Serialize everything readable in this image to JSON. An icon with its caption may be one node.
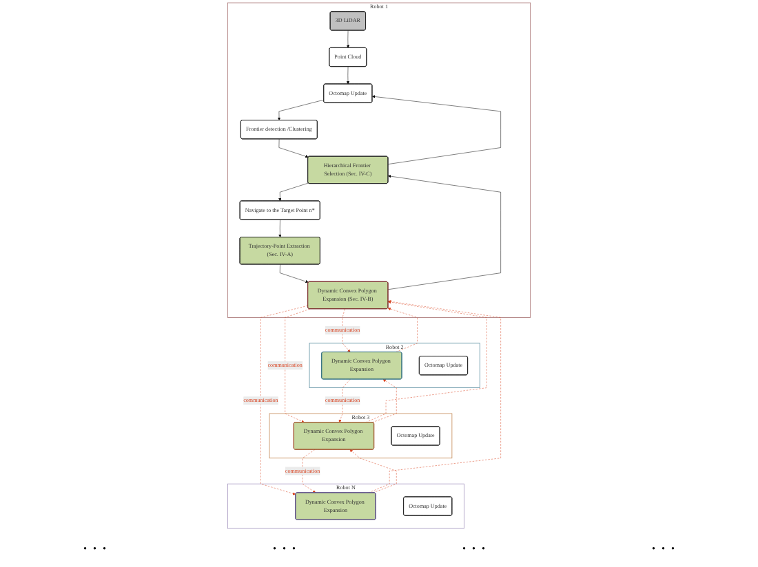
{
  "diagram": {
    "nodes": [
      {
        "text": [
          "Robot 1"
        ]
      },
      {
        "text": [
          "3D LiDAR"
        ],
        "in": 0
      },
      {
        "text": [
          "Point Cloud"
        ],
        "in": 0
      },
      {
        "text": [
          "Frontier detection /Clustering"
        ],
        "in": 0
      },
      {
        "text": [
          "Navigate to the Target Point n*"
        ],
        "in": 0
      },
      {
        "text": [
          "Octomap Update"
        ],
        "in": 0
      },
      {
        "text": [
          "Hierarchical Frontier Selection (Sec. IV-C)"
        ],
        "in": 0
      },
      {
        "text": [
          "Trajectory-Point Extraction (Sec. IV-A)"
        ],
        "in": 0
      },
      {
        "text": [
          "Dynamic Convex Polygon Expansion (Sec. IV-B)"
        ],
        "in": 0
      },
      {
        "text": [
          "Robot 2"
        ]
      },
      {
        "text": [
          "Dynamic Convex Polygon Expansion"
        ],
        "in": 9
      },
      {
        "text": [
          "Octomap Update"
        ],
        "in": 9
      },
      {
        "text": [
          "Robot 3"
        ]
      },
      {
        "text": [
          "Dynamic Convex Polygon Expansion"
        ],
        "in": 12
      },
      {
        "text": [
          "Octomap Update"
        ],
        "in": 12
      },
      {
        "text": [
          "Robot N"
        ]
      },
      {
        "text": [
          "Dynamic Convex Polygon Expansion"
        ],
        "in": 15
      },
      {
        "text": [
          "Octomap Update"
        ],
        "in": 15
      }
    ],
    "edges": [
      {
        "from": 1,
        "to": 2,
        "arrow": "to",
        "color": "#000000"
      },
      {
        "from": 2,
        "to": 5,
        "arrow": "to",
        "color": "#000000"
      },
      {
        "from": 5,
        "to": 3,
        "arrow": "to",
        "color": "#000000"
      },
      {
        "from": 3,
        "to": 6,
        "arrow": "to",
        "color": "#000000"
      },
      {
        "from": 6,
        "to": 5,
        "arrow": "to",
        "color": "#000000"
      },
      {
        "from": 6,
        "to": 4,
        "arrow": "to",
        "color": "#000000"
      },
      {
        "from": 4,
        "to": 7,
        "arrow": "to",
        "color": "#000000"
      },
      {
        "from": 7,
        "to": 8,
        "arrow": "to",
        "color": "#000000"
      },
      {
        "from": 8,
        "to": 6,
        "arrow": "to",
        "color": "#000000"
      },
      {
        "from": 8,
        "to": 10,
        "arrow": "to",
        "label": "communication",
        "style": "dashed",
        "color": "#d9411e"
      },
      {
        "from": 10,
        "to": 8,
        "arrow": "to",
        "style": "dashed",
        "color": "#d9411e"
      },
      {
        "from": 8,
        "to": 13,
        "arrow": "to",
        "label": "communication",
        "style": "dashed",
        "color": "#d9411e"
      },
      {
        "from": 13,
        "to": 8,
        "arrow": "to",
        "style": "dashed",
        "color": "#d9411e"
      },
      {
        "from": 8,
        "to": 16,
        "arrow": "to",
        "label": "communication",
        "style": "dashed",
        "color": "#d9411e"
      },
      {
        "from": 16,
        "to": 8,
        "arrow": "to",
        "style": "dashed",
        "color": "#d9411e"
      },
      {
        "from": 10,
        "to": 13,
        "arrow": "to",
        "label": "communication",
        "style": "dashed",
        "color": "#d9411e"
      },
      {
        "from": 13,
        "to": 10,
        "arrow": "to",
        "style": "dashed",
        "color": "#d9411e"
      },
      {
        "from": 13,
        "to": 16,
        "arrow": "to",
        "label": "communication",
        "style": "dashed",
        "color": "#d9411e"
      },
      {
        "from": 16,
        "to": 13,
        "arrow": "to",
        "style": "dashed",
        "color": "#d9411e"
      }
    ],
    "labels": [
      ". . .",
      ". . .",
      ". . .",
      ". . ."
    ]
  }
}
